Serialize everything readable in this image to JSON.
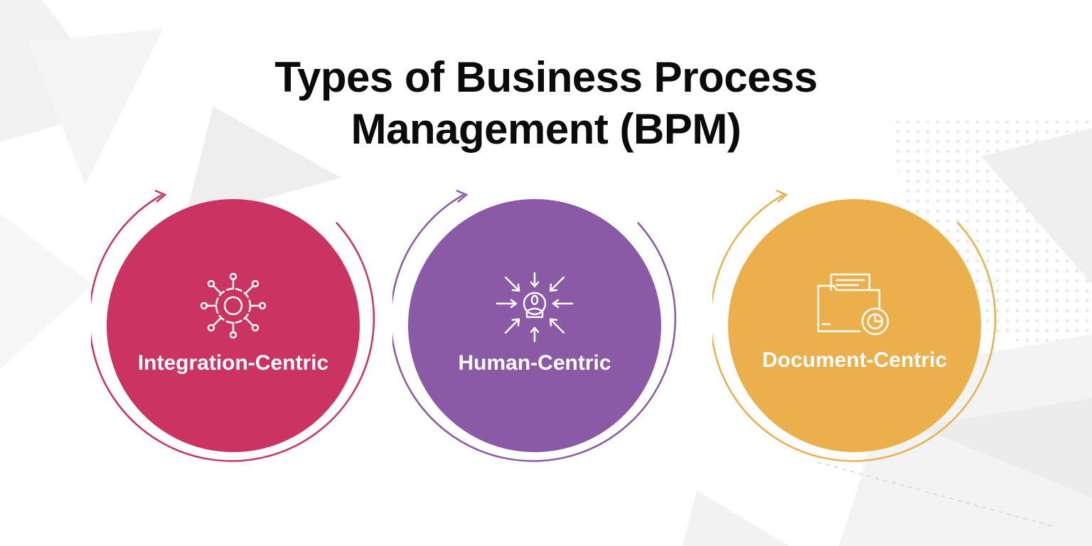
{
  "title": {
    "line1": "Types of Business Process",
    "line2": "Management (BPM)"
  },
  "items": [
    {
      "label": "Integration-Centric",
      "icon": "gear-network-icon",
      "color": "#cb3362"
    },
    {
      "label": "Human-Centric",
      "icon": "person-arrows-icon",
      "color": "#8a5aa6"
    },
    {
      "label": "Document-Centric",
      "icon": "folder-chart-icon",
      "color": "#ebb04c"
    }
  ]
}
